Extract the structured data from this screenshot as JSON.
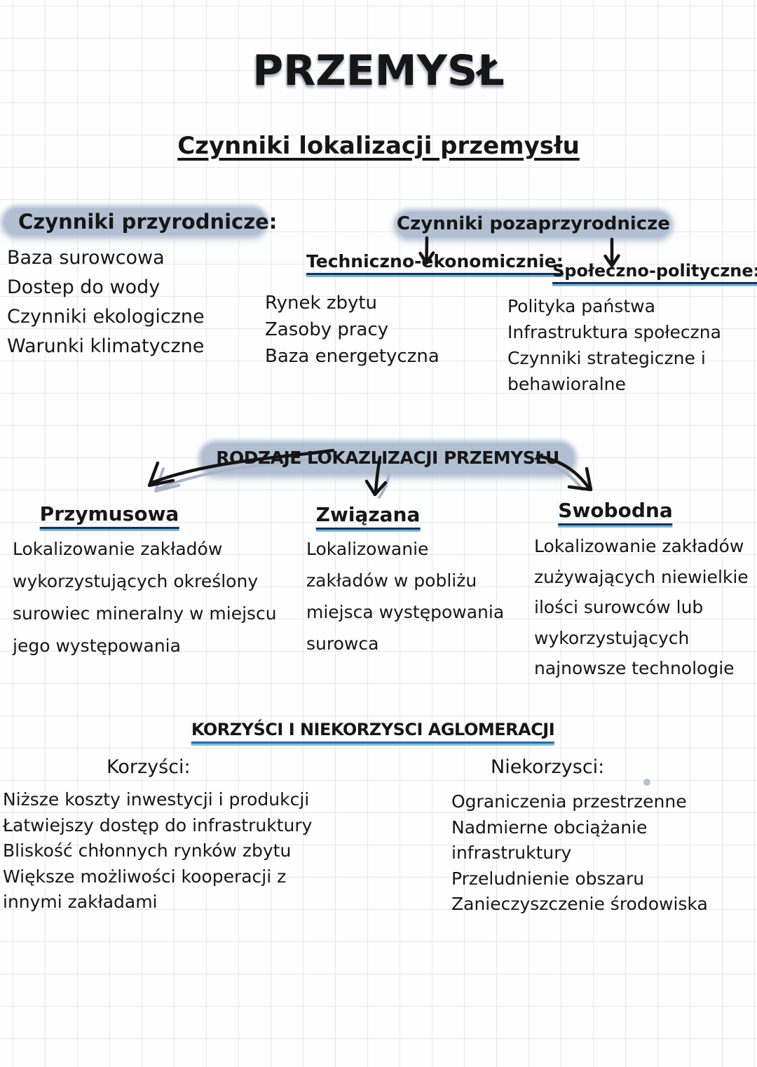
{
  "title": "PRZEMYSŁ",
  "subtitle": "Czynniki lokalizacji przemysłu",
  "natural": {
    "heading": "Czynniki przyrodnicze:",
    "items": [
      "Baza surowcowa",
      "Dostep do wody",
      "Czynniki ekologiczne",
      "Warunki klimatyczne"
    ]
  },
  "nonnatural": {
    "heading": "Czynniki pozaprzyrodnicze",
    "technical": {
      "heading": "Techniczno-ekonomicznie:",
      "items": [
        "Rynek zbytu",
        "Zasoby pracy",
        "Baza energetyczna"
      ]
    },
    "social": {
      "heading": "Społeczno-polityczne:",
      "lines": [
        "Polityka państwa",
        "Infrastruktura społeczna",
        "Czynniki strategiczne i",
        "behawioralne"
      ]
    }
  },
  "location_types": {
    "heading": "RODZAJE LOKAZLIZACJI PRZEMYSŁU",
    "columns": [
      {
        "heading": "Przymusowa",
        "lines": [
          "Lokalizowanie zakładów",
          "wykorzystujących określony",
          "surowiec mineralny w miejscu",
          "jego występowania"
        ]
      },
      {
        "heading": "Związana",
        "lines": [
          "Lokalizowanie",
          "zakładów w pobliżu",
          "miejsca występowania",
          "surowca"
        ]
      },
      {
        "heading": "Swobodna",
        "lines": [
          "Lokalizowanie zakładów",
          "zużywających niewielkie",
          "ilości surowców lub",
          "wykorzystujących",
          "najnowsze technologie"
        ]
      }
    ]
  },
  "agglomeration": {
    "heading": "KORZYŚCI I NIEKORZYSCI AGLOMERACJI",
    "pros": {
      "heading": "Korzyści:",
      "lines": [
        "Niższe koszty inwestycji i produkcji",
        "Łatwiejszy dostęp do infrastruktury",
        "Bliskość chłonnych rynków zbytu",
        "Większe możliwości kooperacji z",
        "innymi zakładami"
      ]
    },
    "cons": {
      "heading": "Niekorzysci:",
      "lines": [
        "Ograniczenia przestrzenne",
        "Nadmierne obciążanie",
        "infrastruktury",
        "Przeludnienie obszaru",
        "Zanieczyszczenie środowiska"
      ]
    }
  },
  "accents": {
    "highlighter": "#b2bfd3",
    "underline_dark": "#1d3050",
    "underline_blue": "#6fb7de",
    "ink": "#161616",
    "grid_line": "#e7e8ec"
  }
}
